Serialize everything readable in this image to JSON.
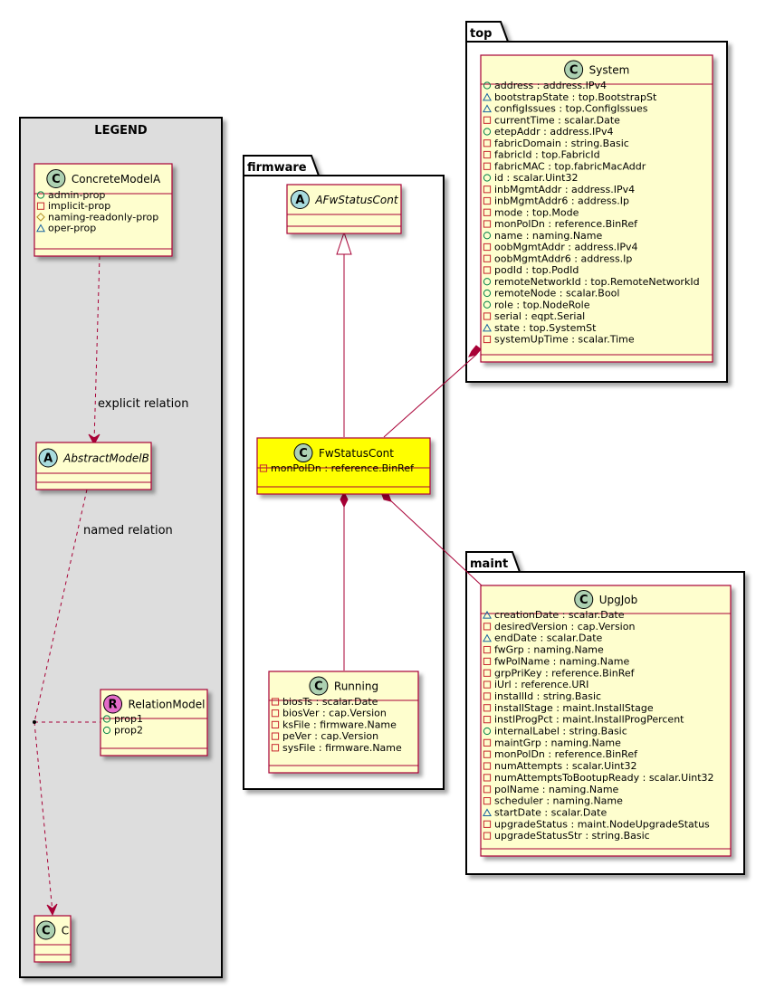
{
  "colors": {
    "class_fill": "#FEFECE",
    "class_border": "#A80036",
    "highlight_fill": "#FFFF00",
    "legend_fill": "#DDDDDD",
    "package_border": "#000000",
    "class_badge": "#ADD1B2",
    "abstract_badge": "#A9DCDF",
    "relation_badge": "#E36BC9",
    "edge": "#A80036"
  },
  "packages": {
    "legend": "LEGEND",
    "firmware": "firmware",
    "top": "top",
    "maint": "maint"
  },
  "classes": {
    "concrete_model_a": {
      "badge": "C",
      "name": "ConcreteModelA",
      "attrs": [
        {
          "vis": "+",
          "text": "admin-prop"
        },
        {
          "vis": "-",
          "text": "implicit-prop"
        },
        {
          "vis": "#",
          "text": "naming-readonly-prop"
        },
        {
          "vis": "~",
          "text": "oper-prop"
        }
      ]
    },
    "abstract_model_b": {
      "badge": "A",
      "name": "AbstractModelB",
      "attrs": []
    },
    "relation_model": {
      "badge": "R",
      "name": "RelationModel",
      "attrs": [
        {
          "vis": "+",
          "text": "prop1"
        },
        {
          "vis": "+",
          "text": "prop2"
        }
      ]
    },
    "c": {
      "badge": "C",
      "name": "C",
      "attrs": []
    },
    "afw_status_cont": {
      "badge": "A",
      "name": "AFwStatusCont",
      "attrs": []
    },
    "fw_status_cont": {
      "badge": "C",
      "name": "FwStatusCont",
      "attrs": [
        {
          "vis": "-",
          "text": "monPolDn : reference.BinRef"
        }
      ]
    },
    "running": {
      "badge": "C",
      "name": "Running",
      "attrs": [
        {
          "vis": "-",
          "text": "biosTs : scalar.Date"
        },
        {
          "vis": "-",
          "text": "biosVer : cap.Version"
        },
        {
          "vis": "-",
          "text": "ksFile : firmware.Name"
        },
        {
          "vis": "-",
          "text": "peVer : cap.Version"
        },
        {
          "vis": "-",
          "text": "sysFile : firmware.Name"
        }
      ]
    },
    "system": {
      "badge": "C",
      "name": "System",
      "attrs": [
        {
          "vis": "+",
          "text": "address : address.IPv4"
        },
        {
          "vis": "~",
          "text": "bootstrapState : top.BootstrapSt"
        },
        {
          "vis": "~",
          "text": "configIssues : top.ConfigIssues"
        },
        {
          "vis": "-",
          "text": "currentTime : scalar.Date"
        },
        {
          "vis": "+",
          "text": "etepAddr : address.IPv4"
        },
        {
          "vis": "-",
          "text": "fabricDomain : string.Basic"
        },
        {
          "vis": "-",
          "text": "fabricId : top.FabricId"
        },
        {
          "vis": "-",
          "text": "fabricMAC : top.fabricMacAddr"
        },
        {
          "vis": "+",
          "text": "id : scalar.Uint32"
        },
        {
          "vis": "-",
          "text": "inbMgmtAddr : address.IPv4"
        },
        {
          "vis": "-",
          "text": "inbMgmtAddr6 : address.Ip"
        },
        {
          "vis": "-",
          "text": "mode : top.Mode"
        },
        {
          "vis": "-",
          "text": "monPolDn : reference.BinRef"
        },
        {
          "vis": "+",
          "text": "name : naming.Name"
        },
        {
          "vis": "-",
          "text": "oobMgmtAddr : address.IPv4"
        },
        {
          "vis": "-",
          "text": "oobMgmtAddr6 : address.Ip"
        },
        {
          "vis": "-",
          "text": "podId : top.PodId"
        },
        {
          "vis": "+",
          "text": "remoteNetworkId : top.RemoteNetworkId"
        },
        {
          "vis": "+",
          "text": "remoteNode : scalar.Bool"
        },
        {
          "vis": "+",
          "text": "role : top.NodeRole"
        },
        {
          "vis": "-",
          "text": "serial : eqpt.Serial"
        },
        {
          "vis": "~",
          "text": "state : top.SystemSt"
        },
        {
          "vis": "-",
          "text": "systemUpTime : scalar.Time"
        }
      ]
    },
    "upg_job": {
      "badge": "C",
      "name": "UpgJob",
      "attrs": [
        {
          "vis": "~",
          "text": "creationDate : scalar.Date"
        },
        {
          "vis": "-",
          "text": "desiredVersion : cap.Version"
        },
        {
          "vis": "~",
          "text": "endDate : scalar.Date"
        },
        {
          "vis": "-",
          "text": "fwGrp : naming.Name"
        },
        {
          "vis": "-",
          "text": "fwPolName : naming.Name"
        },
        {
          "vis": "-",
          "text": "grpPriKey : reference.BinRef"
        },
        {
          "vis": "-",
          "text": "iUrl : reference.URI"
        },
        {
          "vis": "-",
          "text": "installId : string.Basic"
        },
        {
          "vis": "-",
          "text": "installStage : maint.InstallStage"
        },
        {
          "vis": "-",
          "text": "instlProgPct : maint.InstallProgPercent"
        },
        {
          "vis": "+",
          "text": "internalLabel : string.Basic"
        },
        {
          "vis": "-",
          "text": "maintGrp : naming.Name"
        },
        {
          "vis": "-",
          "text": "monPolDn : reference.BinRef"
        },
        {
          "vis": "-",
          "text": "numAttempts : scalar.Uint32"
        },
        {
          "vis": "-",
          "text": "numAttemptsToBootupReady : scalar.Uint32"
        },
        {
          "vis": "-",
          "text": "polName : naming.Name"
        },
        {
          "vis": "-",
          "text": "scheduler : naming.Name"
        },
        {
          "vis": "~",
          "text": "startDate : scalar.Date"
        },
        {
          "vis": "-",
          "text": "upgradeStatus : maint.NodeUpgradeStatus"
        },
        {
          "vis": "-",
          "text": "upgradeStatusStr : string.Basic"
        }
      ]
    }
  },
  "edge_labels": {
    "explicit": "explicit relation",
    "named": "named relation"
  }
}
